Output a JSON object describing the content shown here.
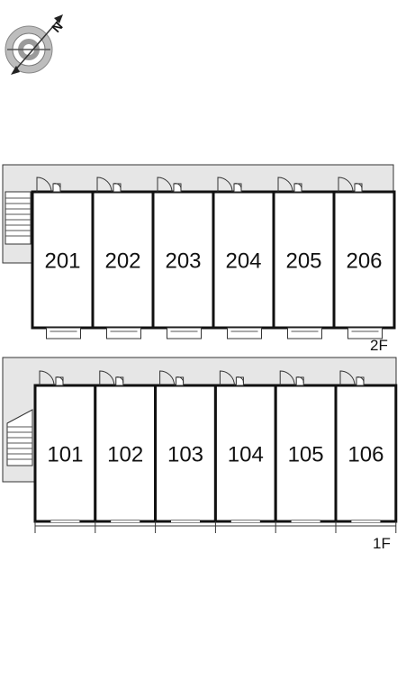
{
  "compass": {
    "north_label": "N",
    "icon": "compass-icon"
  },
  "floors": [
    {
      "id": "2F",
      "label": "2F",
      "units": [
        "201",
        "202",
        "203",
        "204",
        "205",
        "206"
      ]
    },
    {
      "id": "1F",
      "label": "1F",
      "units": [
        "101",
        "102",
        "103",
        "104",
        "105",
        "106"
      ]
    }
  ],
  "colors": {
    "corridor": "#e6e6e6",
    "wall": "#111111",
    "line": "#444444"
  }
}
